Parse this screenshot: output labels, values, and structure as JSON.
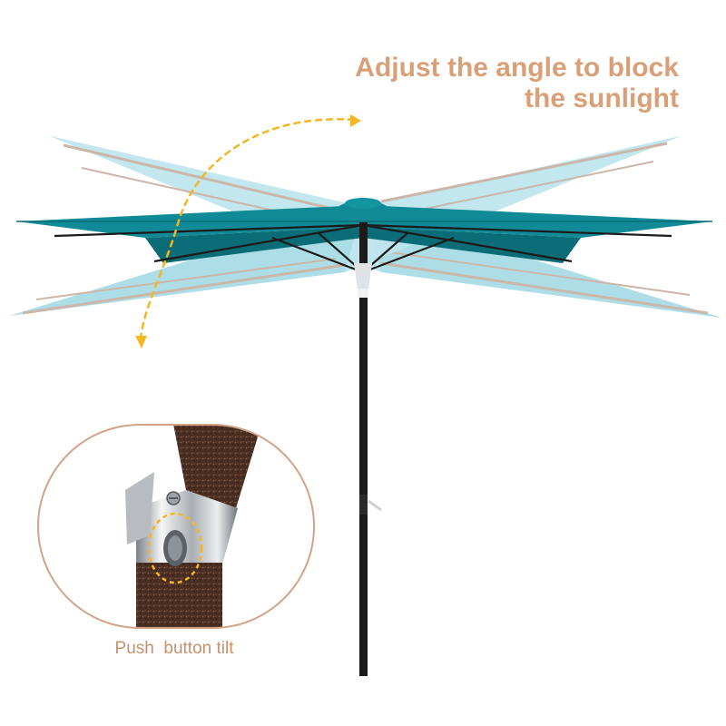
{
  "headline": {
    "line1": "Adjust the angle to block",
    "line2": "the sunlight"
  },
  "detail": {
    "caption": "Push  button tilt"
  },
  "colors": {
    "canopy": "#0f8a96",
    "canopy_dark": "#0a6c76",
    "ghost_canopy": "#9ed8e2",
    "ghost_rib": "#c9b3a6",
    "pole": "#1b1b1b",
    "arrow": "#f2b722",
    "frame_outline": "#d2a386",
    "heading_text": "#d9a078",
    "bronze_tube": "#4a2e22",
    "chrome": "#c9ccd0"
  },
  "icons": {
    "tilt_arrow": "curved-dashed-arrow",
    "tilt_button_highlight": "dashed-circle"
  }
}
